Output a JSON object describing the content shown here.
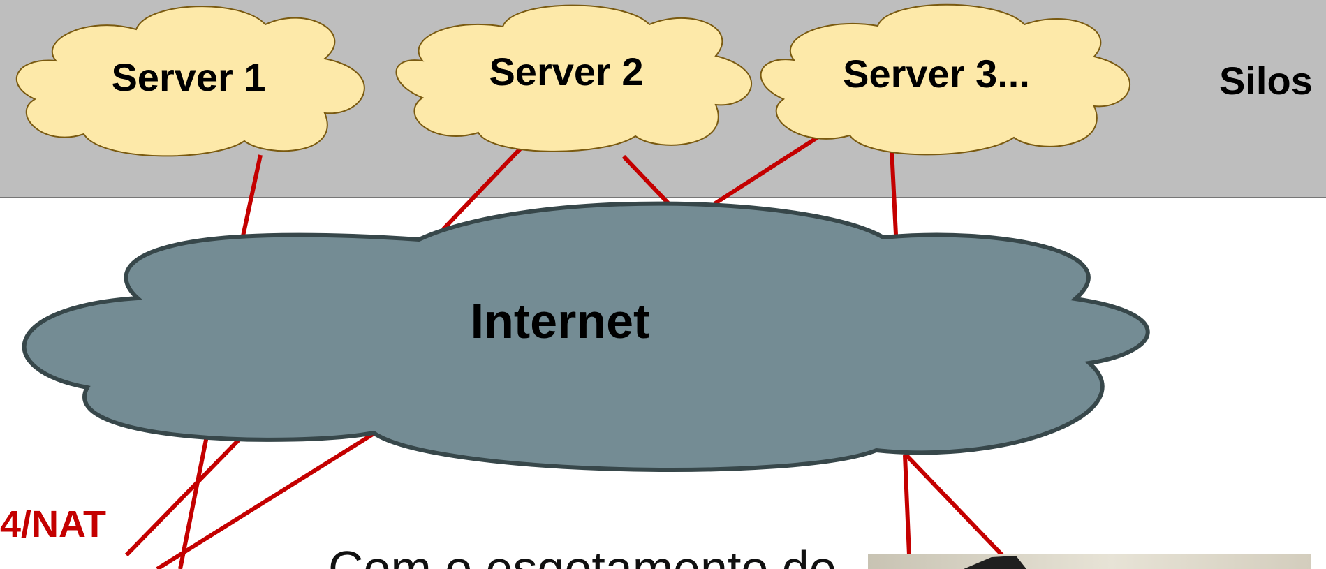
{
  "colors": {
    "silos_band": "#bebebe",
    "band_border": "#777777",
    "server_fill": "#fde9a9",
    "server_stroke": "#7a5a10",
    "internet_fill": "#748c94",
    "internet_stroke": "#37474a",
    "link": "#c40000",
    "nat_text": "#c40000",
    "photo_tone": "#ddd8c8"
  },
  "silos": {
    "label": "Silos",
    "servers": [
      {
        "label": "Server 1"
      },
      {
        "label": "Server 2"
      },
      {
        "label": "Server 3..."
      }
    ]
  },
  "internet": {
    "label": "Internet"
  },
  "left_note": {
    "label": "4/NAT"
  },
  "bottom_text": {
    "label": "Com o esgotamento do"
  },
  "photo": {
    "icon": "photo-thumbnail"
  }
}
